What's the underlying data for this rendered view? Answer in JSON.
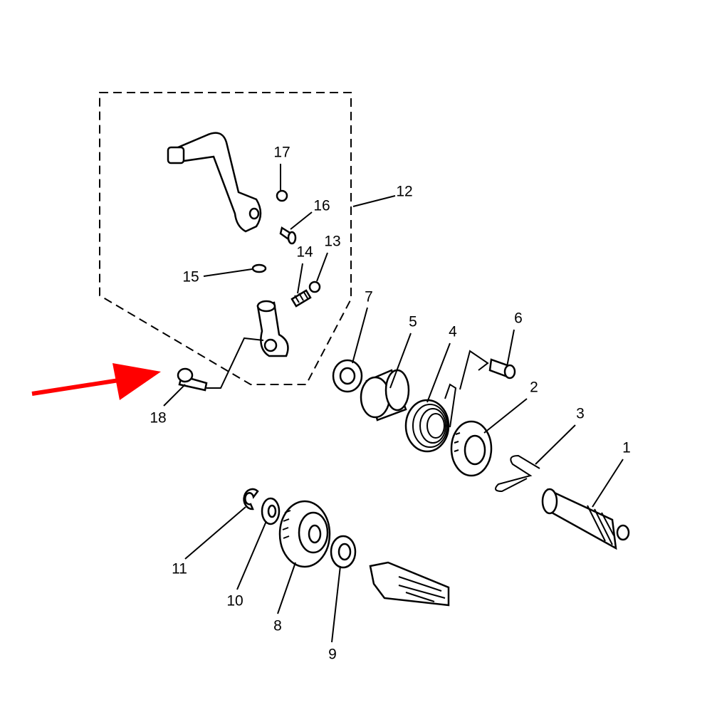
{
  "diagram": {
    "labels": [
      "1",
      "2",
      "3",
      "4",
      "5",
      "6",
      "7",
      "8",
      "9",
      "10",
      "11",
      "12",
      "13",
      "14",
      "15",
      "16",
      "17",
      "18"
    ],
    "arrow_color": "#ff0000",
    "line_color": "#000000",
    "background": "#ffffff"
  }
}
